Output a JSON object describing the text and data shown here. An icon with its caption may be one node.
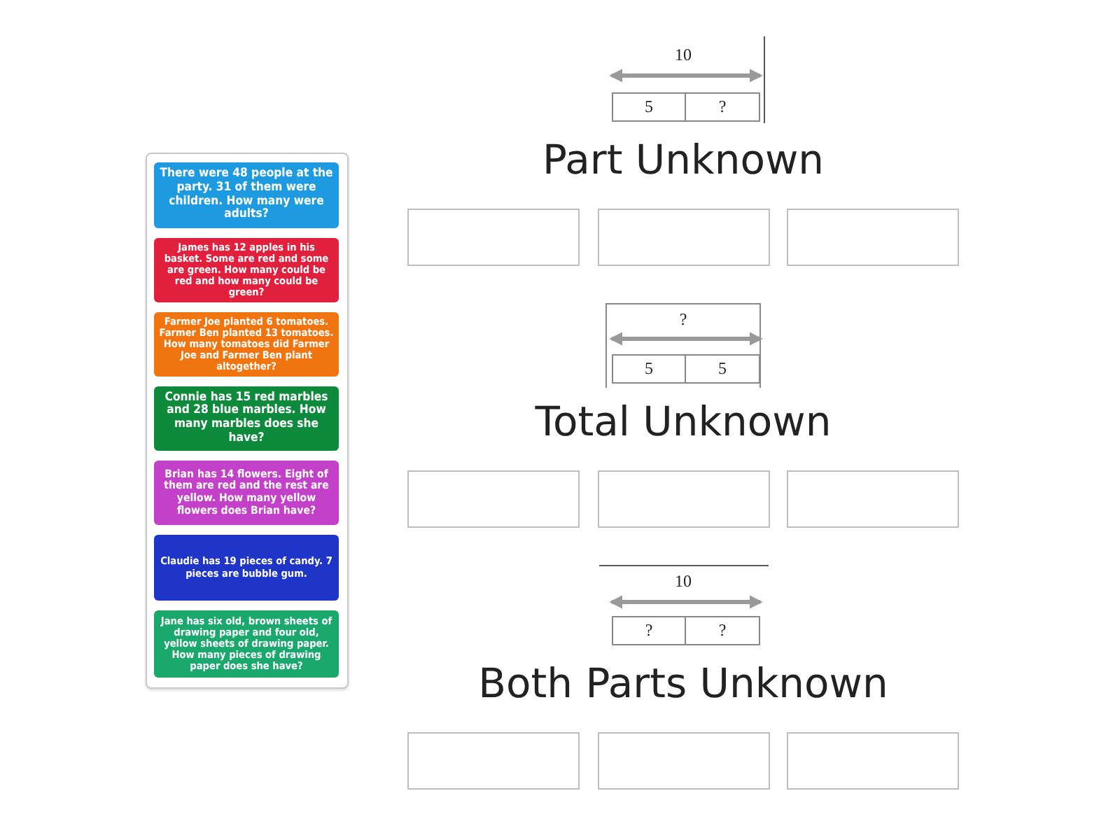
{
  "diagram": {
    "nodes": [
      {
        "text": [],
        "shape": "box"
      },
      {
        "text": [
          "There were 48 people at the party. 31 of them were children. How many were adults?"
        ],
        "in": 0
      },
      {
        "text": [
          "James has 12 apples in his basket. Some are red and some are green. How many could be red and how many could be green?"
        ],
        "in": 0
      },
      {
        "text": [
          "Farmer Joe planted 6 tomatoes. Farmer Ben planted 13 tomatoes. How many tomatoes did Farmer Joe and Farmer Ben plant altogether?"
        ],
        "in": 0
      },
      {
        "text": [
          "Connie has 15 red marbles and 28 blue marbles. How many marbles does she have?"
        ],
        "in": 0
      },
      {
        "text": [
          "Brian has 14 flowers. Eight of them are red and the rest are yellow. How many yellow flowers does Brian have?"
        ],
        "in": 0
      },
      {
        "text": [
          "Claudie has 19 pieces of candy. 7 pieces are bubble gum."
        ],
        "in": 0
      },
      {
        "text": [
          "Jane has six old, brown sheets of drawing paper and four old, yellow sheets of drawing paper. How many pieces of drawing paper does she have?"
        ],
        "in": 0
      },
      {
        "text": [],
        "shape": "box"
      },
      {
        "text": [],
        "shape": "box"
      },
      {
        "text": [],
        "shape": "box"
      },
      {
        "text": [],
        "shape": "box"
      },
      {
        "text": [],
        "shape": "box"
      },
      {
        "text": [],
        "shape": "box"
      },
      {
        "text": [],
        "shape": "box"
      },
      {
        "text": [],
        "shape": "box"
      },
      {
        "text": [],
        "shape": "box"
      }
    ],
    "labels": [
      "10",
      "5",
      "?",
      "Part Unknown",
      "?",
      "5",
      "5",
      "Total Unknown",
      "10",
      "?",
      "?",
      "Both Parts Unknown"
    ]
  }
}
